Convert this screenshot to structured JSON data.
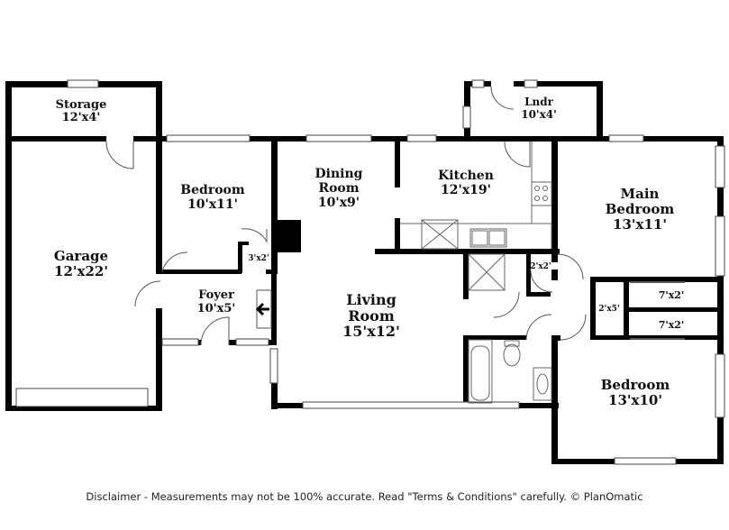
{
  "rooms": {
    "storage": {
      "name": "Storage",
      "dims": "12'x4'"
    },
    "garage": {
      "name": "Garage",
      "dims": "12'x22'"
    },
    "bedroom_left": {
      "name": "Bedroom",
      "dims": "10'x11'"
    },
    "closet_3x2": {
      "dims": "3'x2'"
    },
    "foyer": {
      "name": "Foyer",
      "dims": "10'x5'"
    },
    "dining": {
      "name_line1": "Dining",
      "name_line2": "Room",
      "dims": "10'x9'"
    },
    "kitchen": {
      "name": "Kitchen",
      "dims": "12'x19'"
    },
    "laundry": {
      "name": "Lndr",
      "dims": "10'x4'"
    },
    "living": {
      "name_line1": "Living",
      "name_line2": "Room",
      "dims": "15'x12'"
    },
    "main_bedroom": {
      "name_line1": "Main",
      "name_line2": "Bedroom",
      "dims": "13'x11'"
    },
    "closet_2x2": {
      "dims": "2'x2'"
    },
    "closet_2x5": {
      "dims": "2'x5'"
    },
    "closet_7x2_a": {
      "dims": "7'x2'"
    },
    "closet_7x2_b": {
      "dims": "7'x2'"
    },
    "bedroom_right": {
      "name": "Bedroom",
      "dims": "13'x10'"
    }
  },
  "disclaimer": "Disclaimer - Measurements may not be 100% accurate. Read \"Terms & Conditions\" carefully. © PlanOmatic"
}
